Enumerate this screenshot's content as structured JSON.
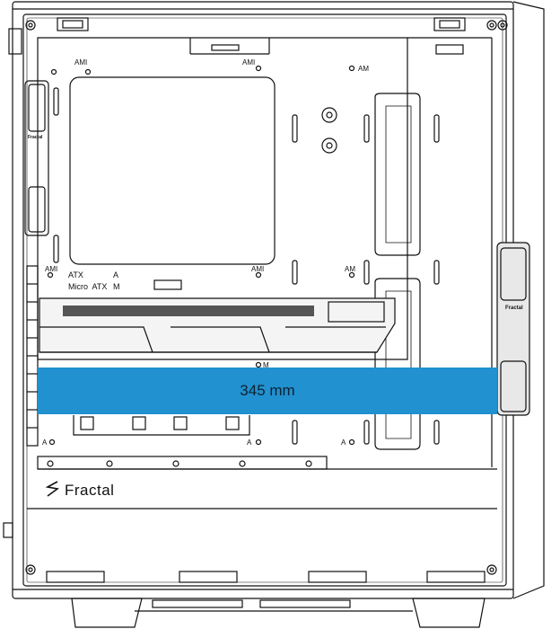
{
  "dimension": {
    "label": "345 mm",
    "color": "#2191cf"
  },
  "brand": {
    "name": "Fractal",
    "fan_label": "Fractal"
  },
  "standoffs": {
    "ami": "AMI",
    "am": "AM",
    "a": "A",
    "m": "M"
  },
  "form_factors": {
    "atx": "ATX",
    "atx_suffix": "A",
    "micro_atx": "Micro  ATX",
    "micro_suffix": "M"
  }
}
